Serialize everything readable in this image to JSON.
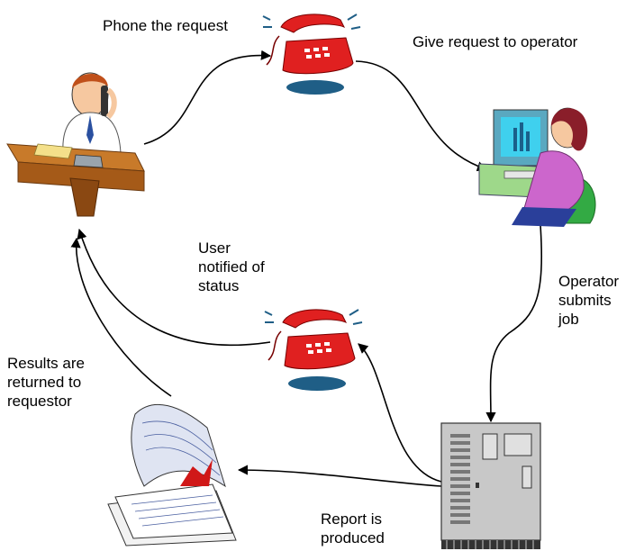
{
  "labels": {
    "phone_request": "Phone the request",
    "give_request": "Give request to operator",
    "user_notified": [
      "User",
      "notified of",
      "status"
    ],
    "operator_submits": [
      "Operator",
      "submits",
      "job"
    ],
    "results_returned": [
      "Results are",
      "returned to",
      "requestor"
    ],
    "report_produced": [
      "Report is",
      "produced"
    ]
  },
  "icons": {
    "requestor": "person-on-phone-at-desk-icon",
    "phone": "red-telephone-icon",
    "operator": "operator-at-computer-icon",
    "mainframe": "mainframe-computer-icon",
    "report": "printed-report-icon"
  },
  "colors": {
    "arrow": "#000000",
    "phone": "#e02020",
    "phone_shadow": "#1f5e86",
    "desk": "#b5651d",
    "mainframe": "#c8c8c8",
    "operator_shirt": "#cc66cc",
    "operator_chair": "#33aa44"
  }
}
